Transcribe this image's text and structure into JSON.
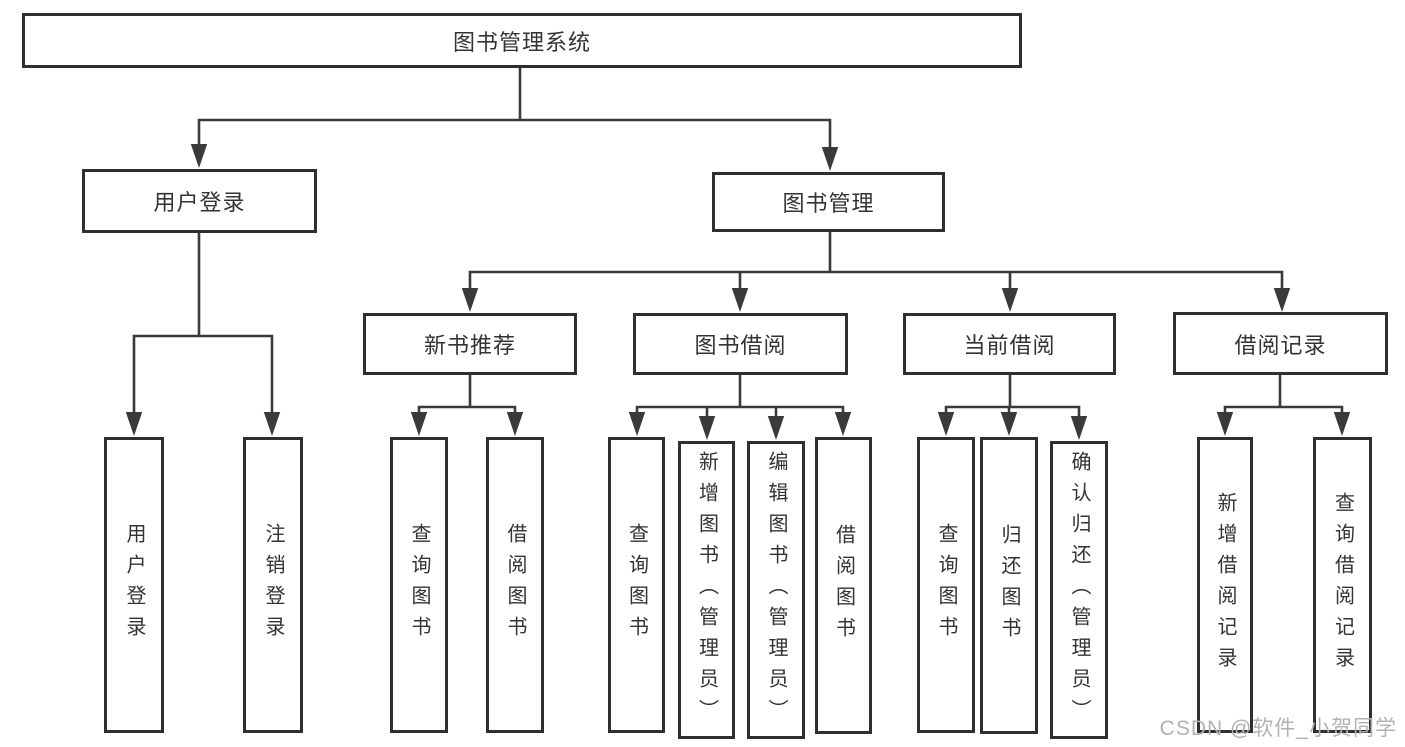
{
  "colors": {
    "line": "#3a3a3a",
    "border": "#2f2f2f",
    "text": "#333333",
    "watermark": "#b2b2b2",
    "bg": "#ffffff"
  },
  "tree": {
    "root": "图书管理系统",
    "user_login": {
      "label": "用户登录",
      "children": {
        "login": "用户登录",
        "logout": "注销登录"
      }
    },
    "book_management": {
      "label": "图书管理",
      "new_book_recommend": {
        "label": "新书推荐",
        "children": {
          "search_book": "查询图书",
          "borrow_book": "借阅图书"
        }
      },
      "book_borrowing": {
        "label": "图书借阅",
        "children": {
          "search_book": "查询图书",
          "add_book": "新增图书（管理员）",
          "edit_book": "编辑图书（管理员）",
          "borrow_book": "借阅图书"
        }
      },
      "current_borrowing": {
        "label": "当前借阅",
        "children": {
          "search_book": "查询图书",
          "return_book": "归还图书",
          "confirm_return": "确认归还（管理员）"
        }
      },
      "borrowing_records": {
        "label": "借阅记录",
        "children": {
          "add_record": "新增借阅记录",
          "search_record": "查询借阅记录"
        }
      }
    }
  },
  "watermark": {
    "text": "CSDN @软件_小贺同学"
  }
}
